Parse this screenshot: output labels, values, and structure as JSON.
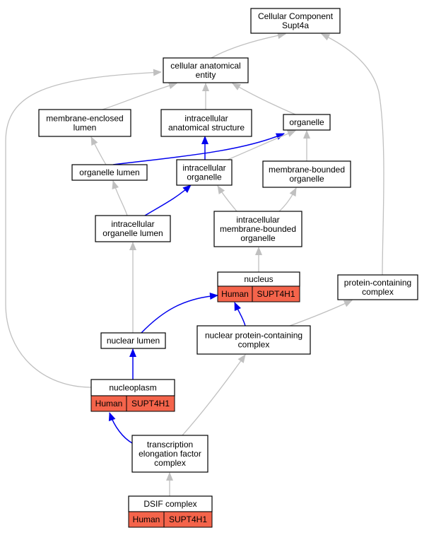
{
  "diagram": {
    "edge_colors": {
      "is_a": "#c0c0c0",
      "part_of": "#0000ee"
    },
    "annotation_fill": "#f4644b",
    "nodes": [
      {
        "id": "root",
        "lines": [
          "Cellular Component",
          "Supt4a"
        ]
      },
      {
        "id": "cae",
        "lines": [
          "cellular anatomical",
          "entity"
        ]
      },
      {
        "id": "mel",
        "lines": [
          "membrane-enclosed",
          "lumen"
        ]
      },
      {
        "id": "ias",
        "lines": [
          "intracellular",
          "anatomical structure"
        ]
      },
      {
        "id": "org",
        "lines": [
          "organelle"
        ]
      },
      {
        "id": "orgl",
        "lines": [
          "organelle lumen"
        ]
      },
      {
        "id": "io",
        "lines": [
          "intracellular",
          "organelle"
        ]
      },
      {
        "id": "mbo",
        "lines": [
          "membrane-bounded",
          "organelle"
        ]
      },
      {
        "id": "iol",
        "lines": [
          "intracellular",
          "organelle lumen"
        ]
      },
      {
        "id": "imbo",
        "lines": [
          "intracellular",
          "membrane-bounded",
          "organelle"
        ]
      },
      {
        "id": "nuc",
        "lines": [
          "nucleus"
        ],
        "tags": [
          "Human",
          "SUPT4H1"
        ]
      },
      {
        "id": "pcc",
        "lines": [
          "protein-containing",
          "complex"
        ]
      },
      {
        "id": "nl",
        "lines": [
          "nuclear lumen"
        ]
      },
      {
        "id": "npcc",
        "lines": [
          "nuclear protein-containing",
          "complex"
        ]
      },
      {
        "id": "np",
        "lines": [
          "nucleoplasm"
        ],
        "tags": [
          "Human",
          "SUPT4H1"
        ]
      },
      {
        "id": "tefc",
        "lines": [
          "transcription",
          "elongation factor",
          "complex"
        ]
      },
      {
        "id": "dsif",
        "lines": [
          "DSIF complex"
        ],
        "tags": [
          "Human",
          "SUPT4H1"
        ]
      }
    ],
    "edges": [
      {
        "from": "cae",
        "to": "root",
        "type": "is_a"
      },
      {
        "from": "pcc",
        "to": "root",
        "type": "is_a"
      },
      {
        "from": "mel",
        "to": "cae",
        "type": "is_a"
      },
      {
        "from": "ias",
        "to": "cae",
        "type": "is_a"
      },
      {
        "from": "org",
        "to": "cae",
        "type": "is_a"
      },
      {
        "from": "np",
        "to": "cae",
        "type": "is_a"
      },
      {
        "from": "orgl",
        "to": "mel",
        "type": "is_a"
      },
      {
        "from": "orgl",
        "to": "org",
        "type": "part_of"
      },
      {
        "from": "io",
        "to": "ias",
        "type": "part_of"
      },
      {
        "from": "io",
        "to": "org",
        "type": "is_a"
      },
      {
        "from": "mbo",
        "to": "org",
        "type": "is_a"
      },
      {
        "from": "iol",
        "to": "orgl",
        "type": "is_a"
      },
      {
        "from": "iol",
        "to": "io",
        "type": "part_of"
      },
      {
        "from": "imbo",
        "to": "io",
        "type": "is_a"
      },
      {
        "from": "imbo",
        "to": "mbo",
        "type": "is_a"
      },
      {
        "from": "nuc",
        "to": "imbo",
        "type": "is_a"
      },
      {
        "from": "nl",
        "to": "iol",
        "type": "is_a"
      },
      {
        "from": "nl",
        "to": "nuc",
        "type": "part_of"
      },
      {
        "from": "npcc",
        "to": "nuc",
        "type": "part_of"
      },
      {
        "from": "npcc",
        "to": "pcc",
        "type": "is_a"
      },
      {
        "from": "np",
        "to": "nl",
        "type": "part_of"
      },
      {
        "from": "tefc",
        "to": "np",
        "type": "part_of"
      },
      {
        "from": "tefc",
        "to": "npcc",
        "type": "is_a"
      },
      {
        "from": "dsif",
        "to": "tefc",
        "type": "is_a"
      }
    ]
  }
}
